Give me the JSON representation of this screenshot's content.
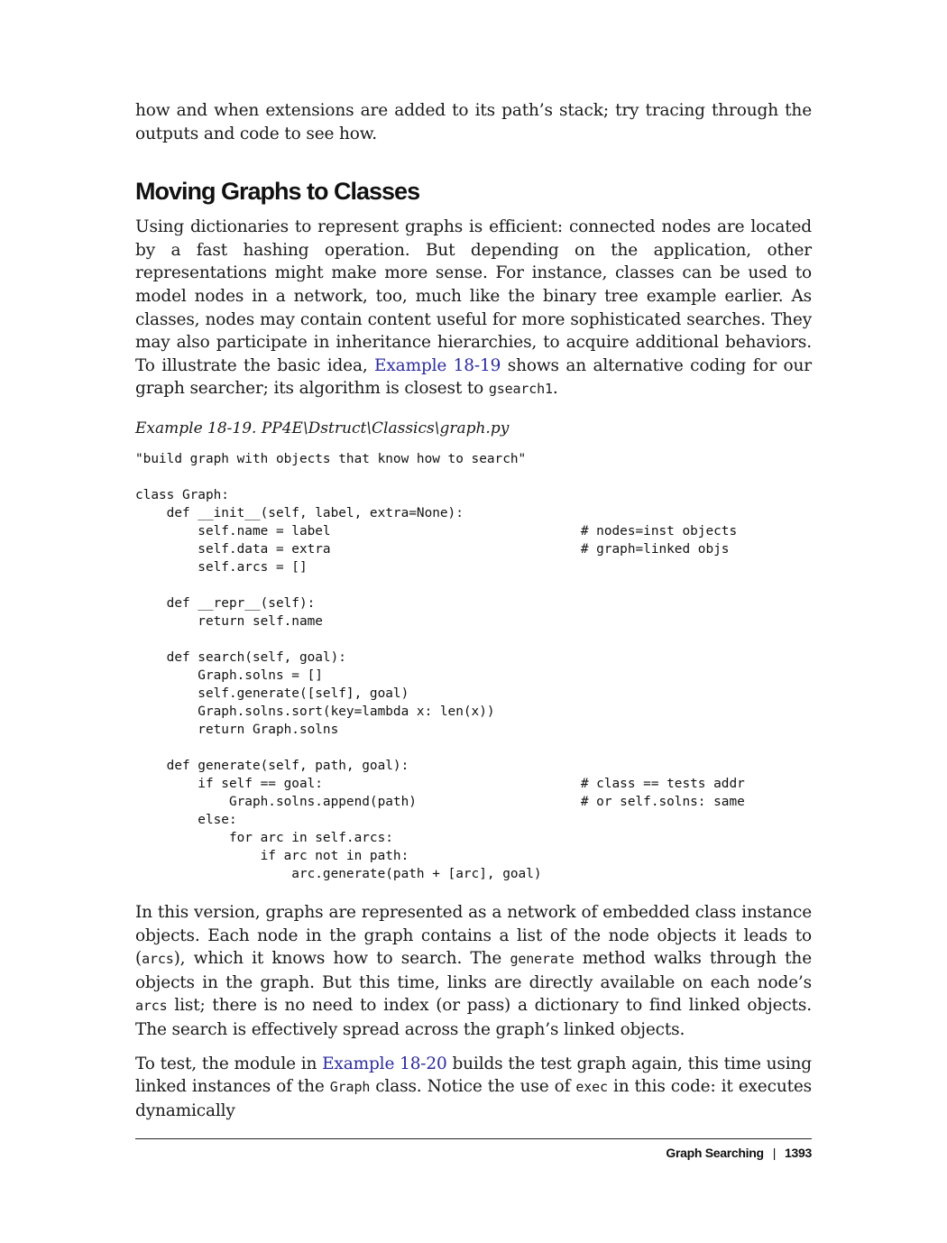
{
  "intro_para": {
    "text": "how and when extensions are added to its path’s stack; try tracing through the outputs and code to see how."
  },
  "section": {
    "title": "Moving Graphs to Classes"
  },
  "para1": {
    "before_link": "Using dictionaries to represent graphs is efficient: connected nodes are located by a fast hashing operation. But depending on the application, other representations might make more sense. For instance, classes can be used to model nodes in a network, too, much like the binary tree example earlier. As classes, nodes may contain content useful for more sophisticated searches. They may also participate in inheritance hierarchies, to acquire additional behaviors. To illustrate the basic idea, ",
    "link": "Example 18-19",
    "after_link": " shows an alternative coding for our graph searcher; its algorithm is closest to ",
    "code": "gsearch1",
    "end": "."
  },
  "example": {
    "caption": "Example 18-19. PP4E\\Dstruct\\Classics\\graph.py",
    "code": "\"build graph with objects that know how to search\"\n\nclass Graph:\n    def __init__(self, label, extra=None):\n        self.name = label                                # nodes=inst objects\n        self.data = extra                                # graph=linked objs\n        self.arcs = []\n\n    def __repr__(self):\n        return self.name\n\n    def search(self, goal):\n        Graph.solns = []\n        self.generate([self], goal)\n        Graph.solns.sort(key=lambda x: len(x))\n        return Graph.solns\n\n    def generate(self, path, goal):\n        if self == goal:                                 # class == tests addr\n            Graph.solns.append(path)                     # or self.solns: same\n        else:\n            for arc in self.arcs:\n                if arc not in path:\n                    arc.generate(path + [arc], goal)"
  },
  "para2": {
    "t1": "In this version, graphs are represented as a network of embedded class instance objects. Each node in the graph contains a list of the node objects it leads to (",
    "c1": "arcs",
    "t2": "), which it knows how to search. The ",
    "c2": "generate",
    "t3": " method walks through the objects in the graph. But this time, links are directly available on each node’s ",
    "c3": "arcs",
    "t4": " list; there is no need to index (or pass) a dictionary to find linked objects. The search is effectively spread across the graph’s linked objects."
  },
  "para3": {
    "t1": "To test, the module in ",
    "link": "Example 18-20",
    "t2": " builds the test graph again, this time using linked instances of the ",
    "c1": "Graph",
    "t3": " class. Notice the use of ",
    "c2": "exec",
    "t4": " in this code: it executes dynamically"
  },
  "footer": {
    "section": "Graph Searching",
    "separator": "|",
    "page_number": "1393"
  }
}
